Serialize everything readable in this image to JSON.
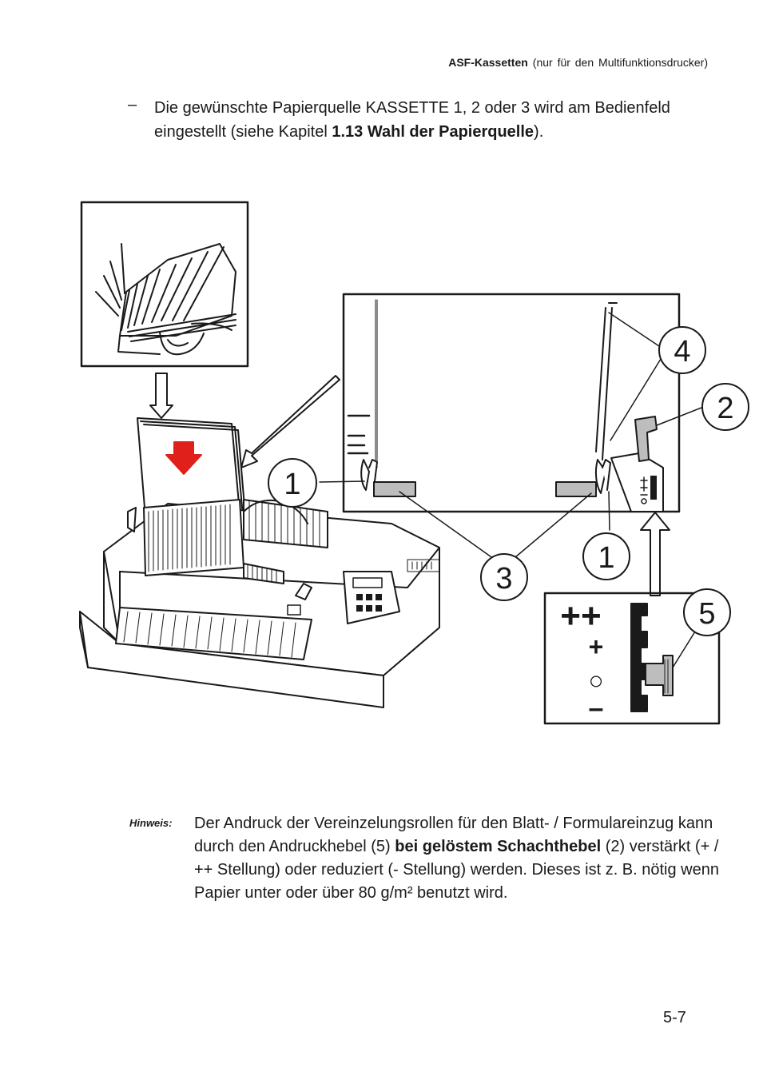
{
  "header": {
    "title_bold": "ASF-Kassetten",
    "title_rest": "(nur für den Multifunktionsdrucker)"
  },
  "bullet": {
    "dash": "–",
    "text_part1": "Die gewünschte Papierquelle KASSETTE 1, 2 oder 3 wird am Bedienfeld eingestellt (siehe Kapitel ",
    "text_bold": "1.13 Wahl der Papierquelle",
    "text_part2": ")."
  },
  "figure": {
    "callouts": [
      "1",
      "1",
      "2",
      "3",
      "4",
      "5"
    ],
    "lever_scale": [
      "++",
      "+",
      "○",
      "–"
    ]
  },
  "note": {
    "label": "Hinweis:",
    "text_part1": "Der Andruck der Vereinzelungsrollen für den Blatt- / Formulareinzug kann durch den Andruckhebel (5) ",
    "text_bold": "bei gelöstem Schachthebel",
    "text_part2": " (2) verstärkt (+ / ++ Stellung) oder reduziert (- Stellung) werden. Dieses ist z. B. nötig wenn Papier unter oder über 80 g/m² benutzt wird."
  },
  "page_number": "5-7",
  "colors": {
    "arrow_red": "#e0201a",
    "ink": "#1a1a1a",
    "slot_gray": "#bdbdbd"
  }
}
